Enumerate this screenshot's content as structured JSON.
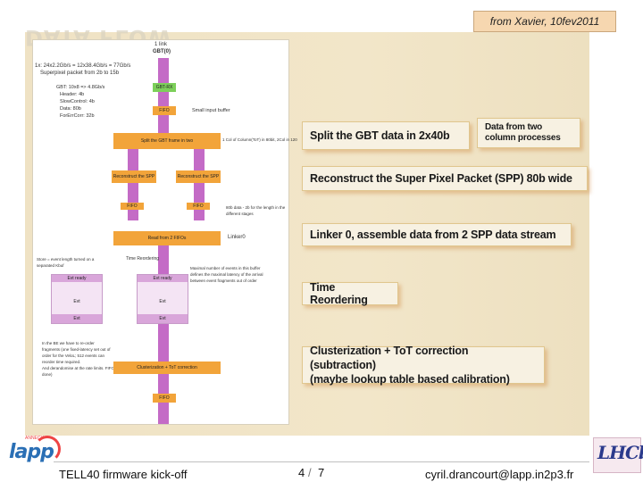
{
  "slide": {
    "source_note": "from Xavier, 10fev2011",
    "ghost_title": "DATA FLOW",
    "footer_title": "TELL40 firmware kick-off",
    "page_number": "4",
    "page_total": "7",
    "page_separator": "/",
    "author_email": "cyril.drancourt@lapp.in2p3.fr",
    "logo_left_text": "lapp",
    "logo_left_small": "ANNECY",
    "logo_right_text": "LHCb"
  },
  "callouts": {
    "split": "Split the GBT data in 2x40b",
    "two_processes": [
      "Data from two",
      "column processes"
    ],
    "reconstruct": "Reconstruct the Super Pixel Packet (SPP) 80b wide",
    "linker": "Linker 0, assemble data from 2 SPP data stream",
    "reordering": "Time Reordering",
    "cluster_line1": "Clusterization + ToT correction (subtraction)",
    "cluster_line2": "(maybe lookup table based calibration)"
  },
  "diagram": {
    "gbt_top": "1 link",
    "gbt_label": "GBT(0)",
    "rate_line1": "1x: 24x2.2Gb/s = 12x38.4Gb/s = 77Gb/s",
    "rate_line2": "Superpixel packet from 2b to 15b",
    "gbt_fields": [
      "GBT: 10x8 => 4.8Gb/s",
      "Header: 4b",
      "SlowControl: 4b",
      "Data: 80b",
      "ForErrCorr: 32b"
    ],
    "green_box": "GBT-RX",
    "fifo": "FIFO",
    "small_input": "Small input buffer",
    "split_box": "Split the GBT frame in two",
    "split_note": "1 Col of Column(ToT) in 80bit, 2Col in 120",
    "reco_left": "Reconstruct the SPP",
    "reco_right": "Reconstruct the SPP",
    "reco_note": [
      "80b data - 2b for the length in the",
      "different stages"
    ],
    "read_box": "Read from 2 FIFOs",
    "linker_label": "Linker0",
    "time_reorder": "Time Reordering",
    "event_note": [
      "Store = event length turned on a",
      "separated Kbuf"
    ],
    "max_note": [
      "Maximal number of events in this buffer",
      "defines the maximal latency of the arrival",
      "between event fragments out of order"
    ],
    "col_labels": [
      "Evt ready",
      "Evt",
      "Evt",
      "Evt"
    ],
    "bottom_note": [
      "In the BE we have to re-order",
      "fragments (one fixed-latency set out of",
      "order for the VeloL; 512 events can",
      "reorder time required.",
      "And derandomise at the rate limits. FIFO",
      "done)"
    ],
    "cluster_box": "Clusterization + ToT correction",
    "fifo_bottom": "FIFO"
  }
}
